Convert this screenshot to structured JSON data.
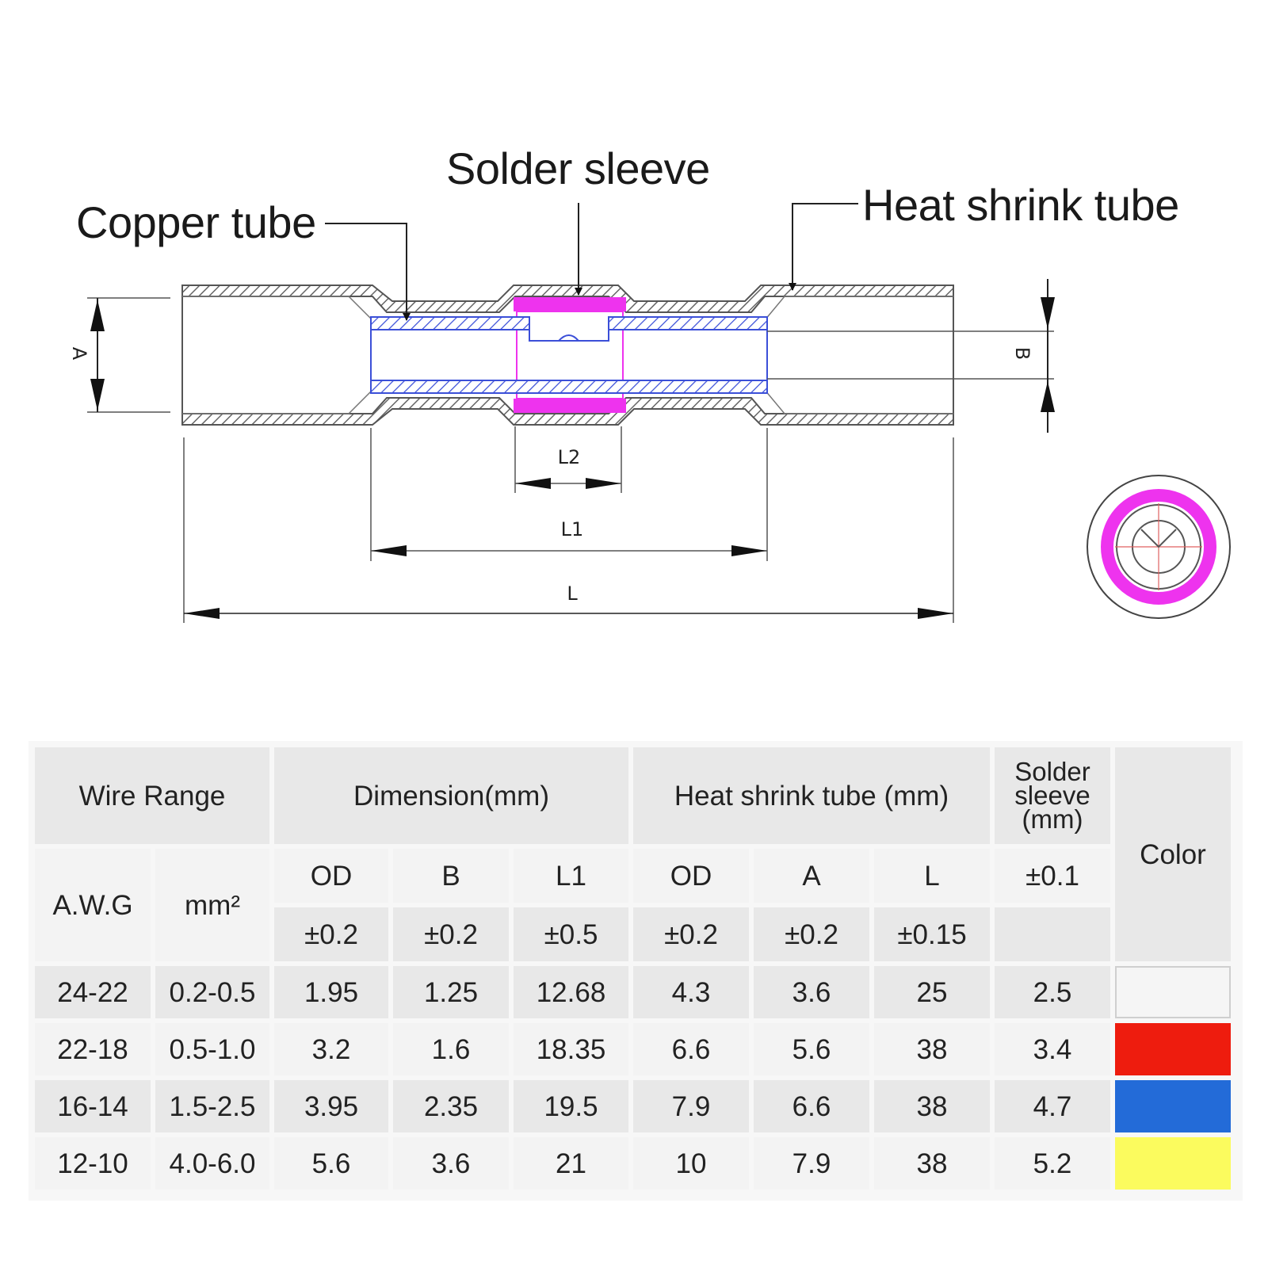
{
  "diagram": {
    "callouts": {
      "copper_tube": "Copper tube",
      "solder_sleeve": "Solder sleeve",
      "heat_shrink_tube": "Heat shrink tube"
    },
    "dimensions": {
      "A": "A",
      "B": "B",
      "L": "L",
      "L1": "L1",
      "L2": "L2"
    },
    "colors": {
      "sleeve": "#ee33ee",
      "blue_line": "#3b4fd8",
      "outline": "#555555"
    }
  },
  "table": {
    "group_headers": {
      "wire_range": "Wire Range",
      "dimension": "Dimension(mm)",
      "heat_shrink": "Heat shrink tube (mm)",
      "solder_sleeve": "Solder sleeve (mm)",
      "color": "Color"
    },
    "columns": {
      "awg": "A.W.G",
      "mm2": "mm²",
      "od": "OD",
      "b": "B",
      "l1": "L1",
      "hs_od": "OD",
      "hs_a": "A",
      "hs_l": "L",
      "ss_tol": "±0.1"
    },
    "tolerances": {
      "od": "±0.2",
      "b": "±0.2",
      "l1": "±0.5",
      "hs_od": "±0.2",
      "hs_a": "±0.2",
      "hs_l": "±0.15"
    },
    "rows": [
      {
        "awg": "24-22",
        "mm2": "0.2-0.5",
        "od": "1.95",
        "b": "1.25",
        "l1": "12.68",
        "hs_od": "4.3",
        "hs_a": "3.6",
        "hs_l": "25",
        "ss": "2.5",
        "color": "#f5f5f5"
      },
      {
        "awg": "22-18",
        "mm2": "0.5-1.0",
        "od": "3.2",
        "b": "1.6",
        "l1": "18.35",
        "hs_od": "6.6",
        "hs_a": "5.6",
        "hs_l": "38",
        "ss": "3.4",
        "color": "#ee1c0e"
      },
      {
        "awg": "16-14",
        "mm2": "1.5-2.5",
        "od": "3.95",
        "b": "2.35",
        "l1": "19.5",
        "hs_od": "7.9",
        "hs_a": "6.6",
        "hs_l": "38",
        "ss": "4.7",
        "color": "#236bd8"
      },
      {
        "awg": "12-10",
        "mm2": "4.0-6.0",
        "od": "5.6",
        "b": "3.6",
        "l1": "21",
        "hs_od": "10",
        "hs_a": "7.9",
        "hs_l": "38",
        "ss": "5.2",
        "color": "#fbfb5e"
      }
    ]
  }
}
